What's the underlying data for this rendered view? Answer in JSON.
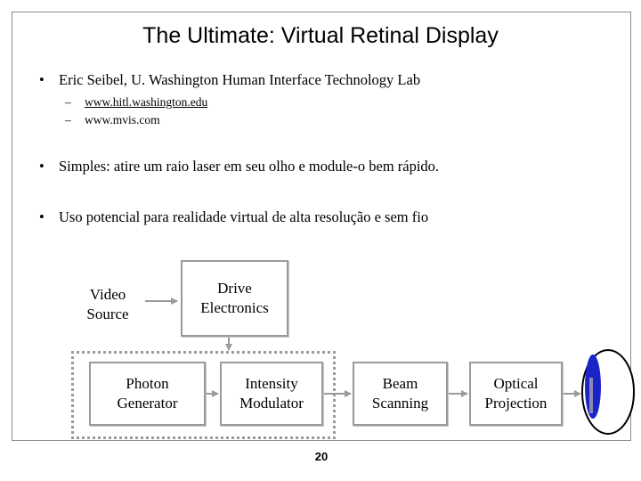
{
  "slide": {
    "title": "The Ultimate: Virtual Retinal Display",
    "bullets": [
      {
        "marker": "•",
        "text": "Eric Seibel, U. Washington Human Interface Technology Lab"
      },
      {
        "marker": "•",
        "text": "Simples: atire um raio laser em seu olho e module-o bem rápido."
      },
      {
        "marker": "•",
        "text": "Uso potencial para realidade virtual de alta resolução e sem fio"
      }
    ],
    "subbullets": [
      {
        "marker": "–",
        "text": "www.hitl.washington.edu"
      },
      {
        "marker": "–",
        "text": "www.mvis.com"
      }
    ],
    "page_number": "20"
  },
  "diagram": {
    "video_source": {
      "line1": "Video",
      "line2": "Source"
    },
    "drive_electronics": {
      "line1": "Drive",
      "line2": "Electronics"
    },
    "photon_generator": {
      "line1": "Photon",
      "line2": "Generator"
    },
    "intensity_modulator": {
      "line1": "Intensity",
      "line2": "Modulator"
    },
    "beam_scanning": {
      "line1": "Beam",
      "line2": "Scanning"
    },
    "optical_projection": {
      "line1": "Optical",
      "line2": "Projection"
    },
    "colors": {
      "box_border": "#9a9a9a",
      "eye_outline": "#000000",
      "eye_iris": "#1a24c8",
      "eye_pupil_highlight": "#8a8ab0"
    }
  }
}
